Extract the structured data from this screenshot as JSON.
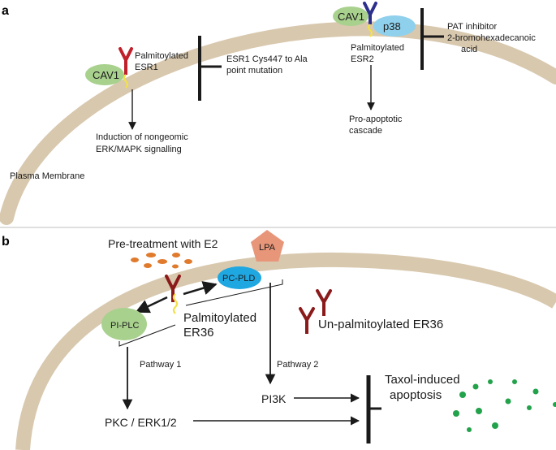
{
  "colors": {
    "membrane": "#d8c8ae",
    "cav1": "#a9d18e",
    "receptor_red": "#c0202a",
    "receptor_blue": "#2c2f8c",
    "receptor_dark": "#8b1a1a",
    "palmitoyl_chain": "#f2e14b",
    "p38": "#8fd0ec",
    "pc_pld": "#1fa7e1",
    "lpa": "#e8967a",
    "pi_plc": "#a9d18e",
    "e2_dots": "#e07a2c",
    "apoptosis_dots": "#22a24a",
    "inhibitor": "#1a1a1a"
  },
  "panel_a": {
    "label": "a",
    "membrane_label": "Plasma Membrane",
    "cav1_left": "CAV1",
    "palm_esr1_line1": "Palmitoylated",
    "palm_esr1_line2": "ESR1",
    "mutation_line1": "ESR1 Cys447 to Ala",
    "mutation_line2": "point mutation",
    "nongenomic_line1": "Induction of nongeomic",
    "nongenomic_line2": "ERK/MAPK signalling",
    "cav1_right": "CAV1",
    "p38": "p38",
    "palm_esr2_line1": "Palmitoylated",
    "palm_esr2_line2": "ESR2",
    "pro_apoptotic_line1": "Pro-apoptotic",
    "pro_apoptotic_line2": "cascade",
    "pat_line1": "PAT inhibitor",
    "pat_line2": "2-bromohexadecanoic",
    "pat_line3": "acid"
  },
  "panel_b": {
    "label": "b",
    "pretreatment": "Pre-treatment with E2",
    "lpa": "LPA",
    "pc_pld": "PC-PLD",
    "pi_plc": "PI-PLC",
    "palm_er36_line1": "Palmitoylated",
    "palm_er36_line2": "ER36",
    "unpalm_er36": "Un-palmitoylated ER36",
    "pathway1": "Pathway 1",
    "pathway2": "Pathway 2",
    "pi3k": "PI3K",
    "pkc_erk": "PKC / ERK1/2",
    "taxol_line1": "Taxol-induced",
    "taxol_line2": "apoptosis"
  }
}
